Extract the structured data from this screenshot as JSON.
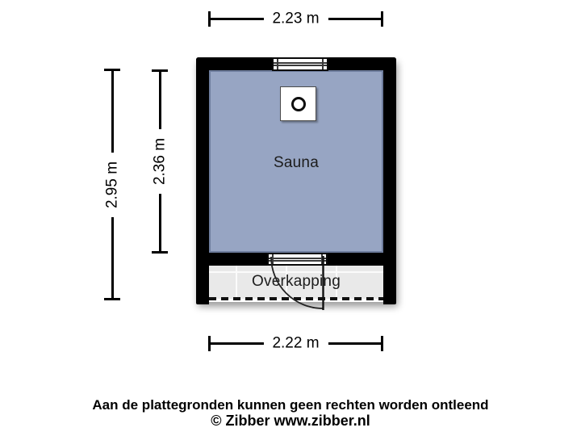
{
  "plan": {
    "rooms": [
      {
        "label": "Sauna"
      },
      {
        "label": "Overkapping"
      }
    ],
    "fixtures": {
      "stove": "stove-with-burner-symbol",
      "window": "window-symbol-top-wall",
      "door": "door-swing-into-overkapping",
      "open_edge": "dashed-open-side-bottom"
    },
    "colors": {
      "wall": "#000000",
      "sauna_fill": "#97A5C3",
      "sauna_border": "#6F7E9E",
      "overkapping_fill": "#E9E9E9",
      "background": "#FFFFFF"
    }
  },
  "dimensions": {
    "top": {
      "label": "2.23 m"
    },
    "bottom": {
      "label": "2.22 m"
    },
    "left_outer": {
      "label": "2.95 m"
    },
    "left_inner": {
      "label": "2.36 m"
    }
  },
  "footer": {
    "disclaimer": "Aan de plattegronden kunnen geen rechten worden ontleend",
    "copyright": "© Zibber www.zibber.nl"
  }
}
